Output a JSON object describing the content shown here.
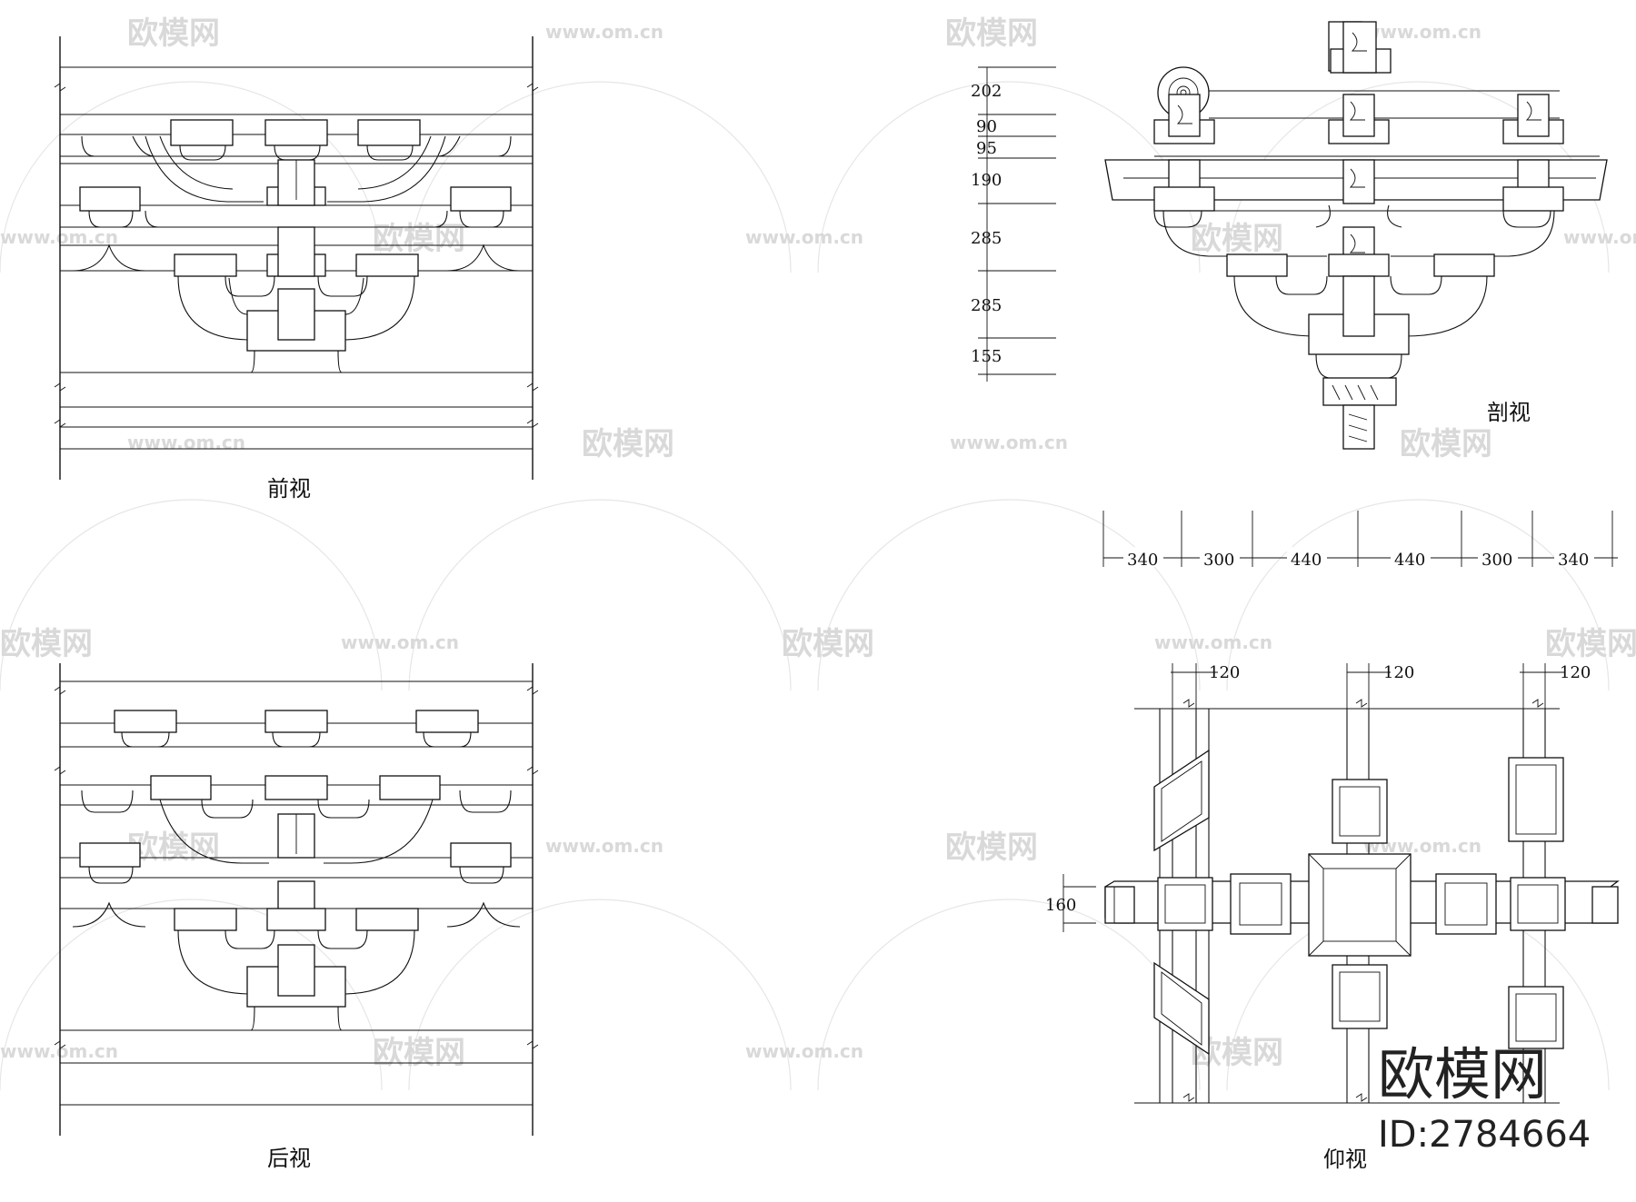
{
  "views": {
    "front": "前视",
    "back": "后视",
    "section": "剖视",
    "bottom": "仰视"
  },
  "section_dimensions": [
    "202",
    "90",
    "95",
    "190",
    "285",
    "285",
    "155"
  ],
  "horizontal_dimensions": [
    "340",
    "300",
    "440",
    "440",
    "300",
    "340"
  ],
  "bottom_dimensions": {
    "widths": [
      "120",
      "120",
      "120"
    ],
    "side": "160"
  },
  "watermark": {
    "brand": "欧模网",
    "url": "www.om.cn",
    "id_label": "ID:2784664"
  }
}
